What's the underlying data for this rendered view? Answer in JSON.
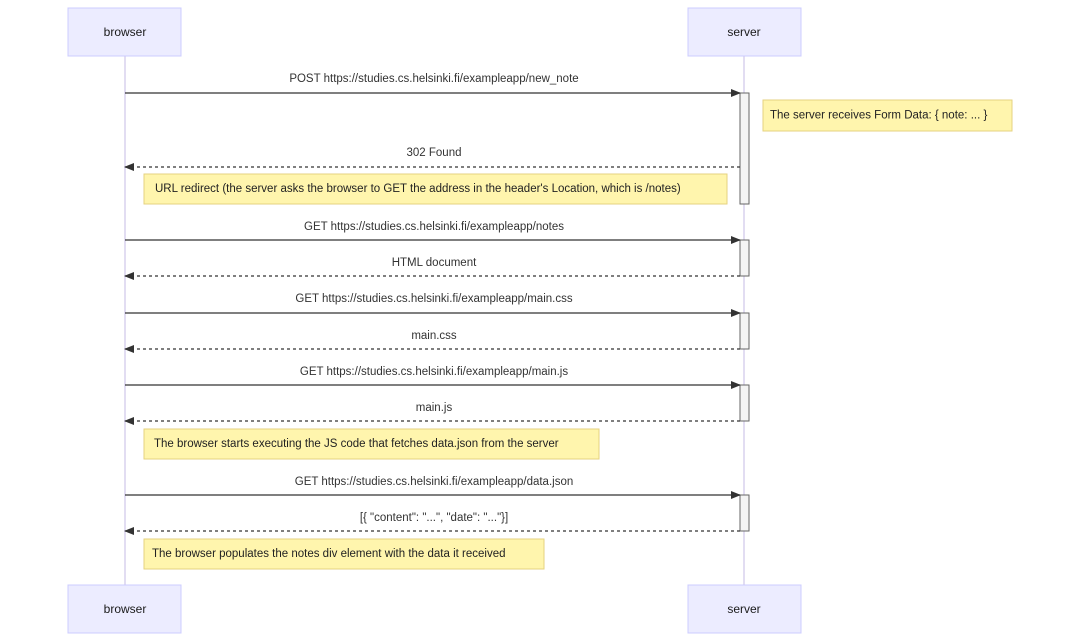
{
  "actors": [
    {
      "id": "browser",
      "label": "browser"
    },
    {
      "id": "server",
      "label": "server"
    }
  ],
  "steps": [
    {
      "kind": "message",
      "from": "browser",
      "to": "server",
      "style": "solid",
      "label": "POST https://studies.cs.helsinki.fi/exampleapp/new_note"
    },
    {
      "kind": "note",
      "actor": "server",
      "placement": "right of",
      "label": "The server receives Form Data: { note: ... }"
    },
    {
      "kind": "message",
      "from": "server",
      "to": "browser",
      "style": "dashed",
      "label": "302 Found"
    },
    {
      "kind": "note",
      "actor": "browser",
      "placement": "over",
      "label": "URL redirect (the server asks the browser to GET the address in the header's Location, which is /notes)"
    },
    {
      "kind": "message",
      "from": "browser",
      "to": "server",
      "style": "solid",
      "label": "GET https://studies.cs.helsinki.fi/exampleapp/notes"
    },
    {
      "kind": "message",
      "from": "server",
      "to": "browser",
      "style": "dashed",
      "label": "HTML document"
    },
    {
      "kind": "message",
      "from": "browser",
      "to": "server",
      "style": "solid",
      "label": "GET https://studies.cs.helsinki.fi/exampleapp/main.css"
    },
    {
      "kind": "message",
      "from": "server",
      "to": "browser",
      "style": "dashed",
      "label": "main.css"
    },
    {
      "kind": "message",
      "from": "browser",
      "to": "server",
      "style": "solid",
      "label": "GET https://studies.cs.helsinki.fi/exampleapp/main.js"
    },
    {
      "kind": "message",
      "from": "server",
      "to": "browser",
      "style": "dashed",
      "label": "main.js"
    },
    {
      "kind": "note",
      "actor": "browser",
      "placement": "over",
      "label": "The browser starts executing the JS code that fetches data.json from the server"
    },
    {
      "kind": "message",
      "from": "browser",
      "to": "server",
      "style": "solid",
      "label": "GET https://studies.cs.helsinki.fi/exampleapp/data.json"
    },
    {
      "kind": "message",
      "from": "server",
      "to": "browser",
      "style": "dashed",
      "label": "[{ \"content\": \"...\", \"date\": \"...\"}]"
    },
    {
      "kind": "note",
      "actor": "browser",
      "placement": "over",
      "label": "The browser populates the notes div element with the data it received"
    }
  ],
  "colors": {
    "actor_fill": "#ececff",
    "actor_border": "#ccccff",
    "note_fill": "#fff5ad",
    "note_border": "#e6d280",
    "line": "#333333"
  }
}
